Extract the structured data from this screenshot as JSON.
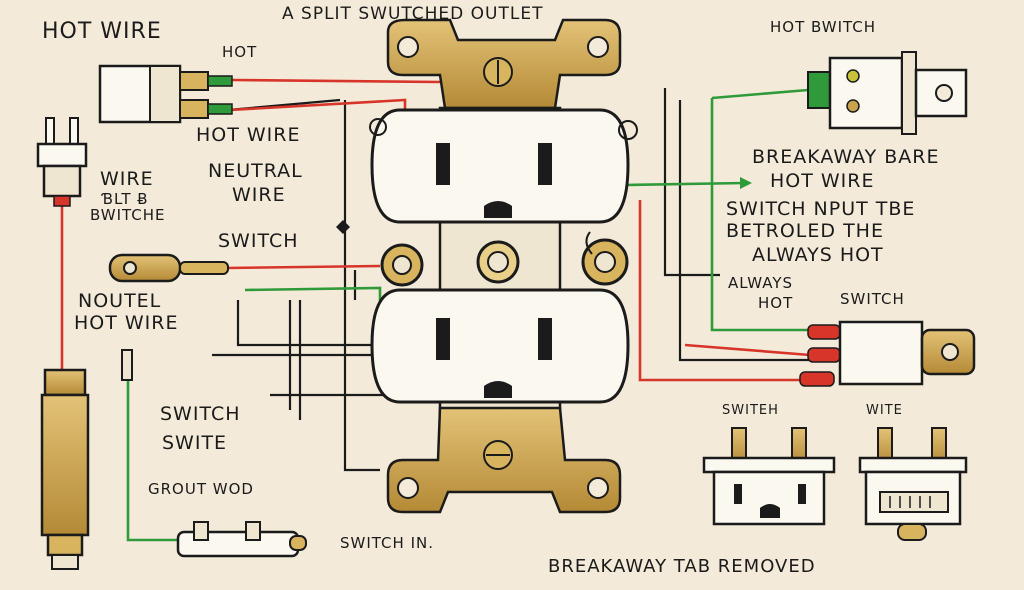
{
  "title": "A SPLIT SWUTCHED OUTLET",
  "labels": {
    "hot_wire_top": "HOT WIRE",
    "hot": "HOT",
    "hot_wire_2": "HOT WIRE",
    "wire_bt_bwitche_1": "WIRE",
    "wire_bt_bwitche_2": "ƁLT ƀ",
    "wire_bt_bwitche_3": "BWITCHE",
    "neutral_wire_1": "NEUTRAL",
    "neutral_wire_2": "WIRE",
    "switch_left": "SWITCH",
    "noutel_1": "NOUTEL",
    "noutel_2": "HOT WIRE",
    "switch_swite_1": "SWITCH",
    "switch_swite_2": "SWITE",
    "grout_wod": "GROUT WOD",
    "switch_in": "SWITCH IN.",
    "hot_bwitch": "HOT BWITCH",
    "breakaway_bare_1": "BREAKAWAY BARE",
    "breakaway_bare_2": "HOT WIRE",
    "switch_input_1": "SWITCH NPUT TBE",
    "switch_input_2": "BETROLED THE",
    "switch_input_3": "ALWAYS HOT",
    "always_hot_1": "ALWAYS",
    "always_hot_2": "HOT",
    "switch_right": "SWITCH",
    "switch_bottom": "SWITEH",
    "wite_bottom": "WITE",
    "breakaway_tab_removed": "BREAKAWAY TAB REMOVED"
  },
  "colors": {
    "background": "#f3ead9",
    "ink": "#1b1b1b",
    "hot": "#d8352a",
    "ground": "#2f9a3a",
    "brass": "#c9a24c",
    "outlet_face": "#fbf8f0"
  }
}
